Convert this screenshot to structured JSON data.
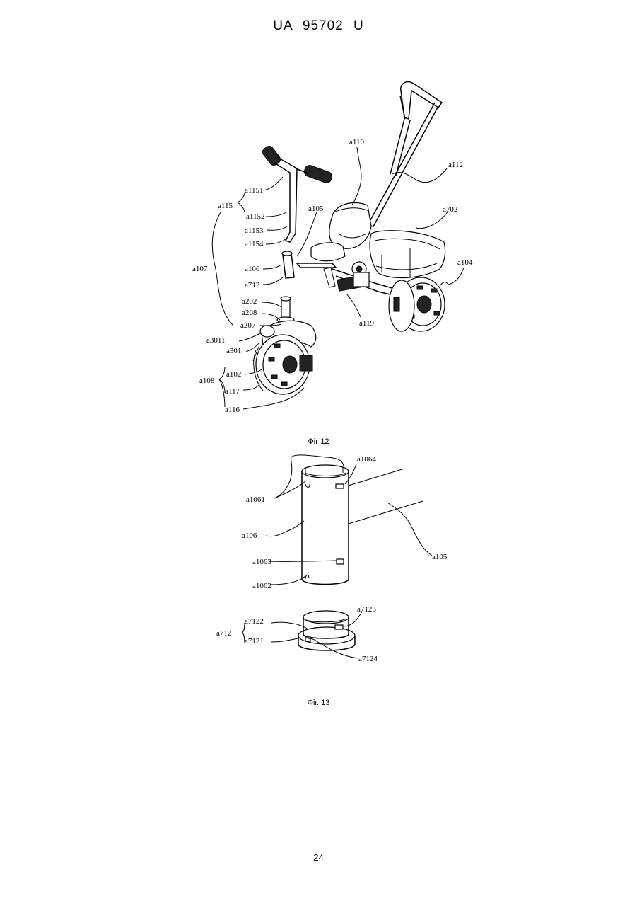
{
  "header": {
    "doc_number": "UA 95702 U"
  },
  "figure12": {
    "caption": "Фіг 12",
    "labels": {
      "a110": "a110",
      "a112": "a112",
      "a1151": "a1151",
      "a115": "a115",
      "a1152": "a1152",
      "a105": "a105",
      "a702": "a702",
      "a1153": "a1153",
      "a1154": "a1154",
      "a107": "a107",
      "a106": "a106",
      "a104": "a104",
      "a712": "a712",
      "a202": "a202",
      "a208": "a208",
      "a119": "a119",
      "a207": "a207",
      "a3011": "a3011",
      "a301": "a301",
      "a108": "a108",
      "a102": "a102",
      "a117": "a117",
      "a116": "a116"
    }
  },
  "figure13": {
    "caption": "Фіг. 13",
    "labels": {
      "a1064": "a1064",
      "a1061": "a1061",
      "a106": "a106",
      "a1063": "a1063",
      "a105": "a105",
      "a1062": "a1062",
      "a7123": "a7123",
      "a7122": "a7122",
      "a712": "a712",
      "a7121": "a7121",
      "a7124": "a7124"
    }
  },
  "footer": {
    "page_number": "24"
  }
}
